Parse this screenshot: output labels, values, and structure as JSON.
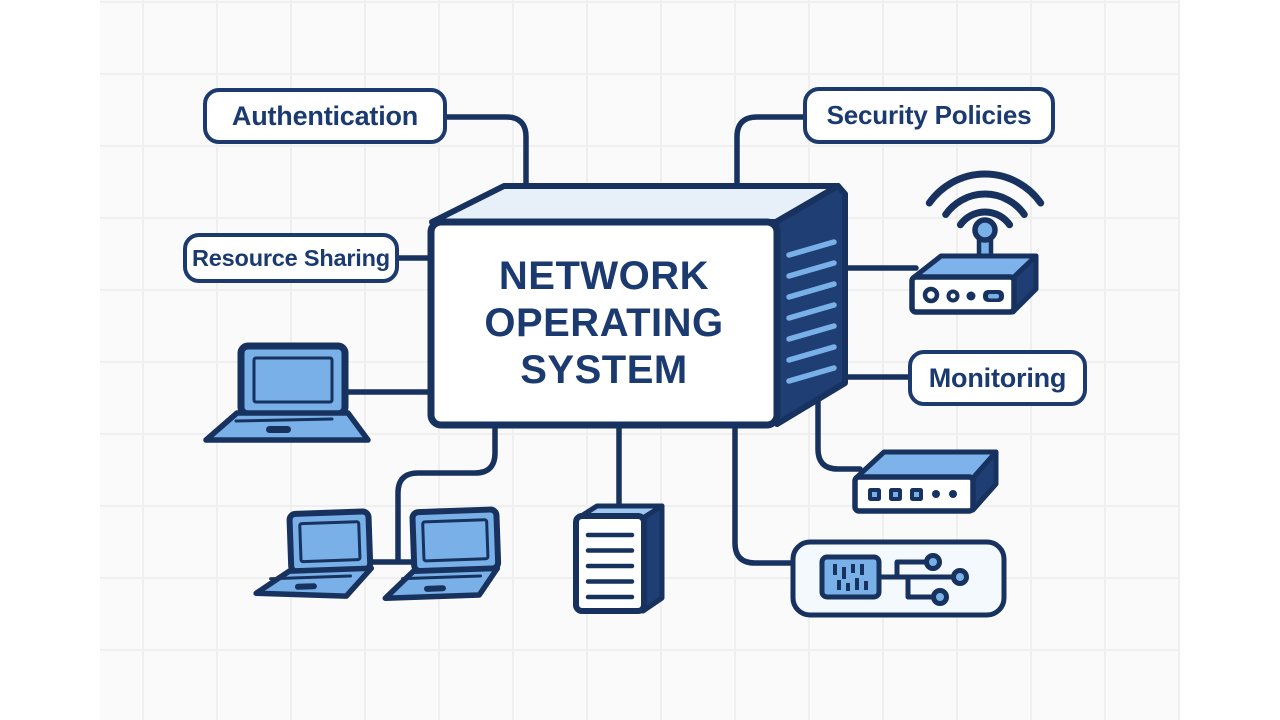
{
  "diagram": {
    "title_lines": [
      "NETWORK",
      "OPERATING",
      "SYSTEM"
    ],
    "labels": {
      "authentication": "Authentication",
      "security_policies": "Security Policies",
      "resource_sharing": "Resource Sharing",
      "monitoring": "Monitoring"
    },
    "icons": [
      {
        "name": "laptop-icon",
        "count": 3
      },
      {
        "name": "server-icon",
        "count": 1
      },
      {
        "name": "wifi-router-icon",
        "count": 1
      },
      {
        "name": "network-switch-icon",
        "count": 1
      },
      {
        "name": "network-interface-card-icon",
        "count": 1
      }
    ],
    "colors": {
      "outline_navy": "#17325f",
      "text_navy": "#1b3a70",
      "face_navy": "#1e3e74",
      "accent_blue": "#79b0e7",
      "top_face_blue": "#7db2ea",
      "pale_blue": "#e7f0f9",
      "canvas_bg": "#fafafa",
      "grid_line": "#efefef",
      "white": "#ffffff"
    }
  }
}
